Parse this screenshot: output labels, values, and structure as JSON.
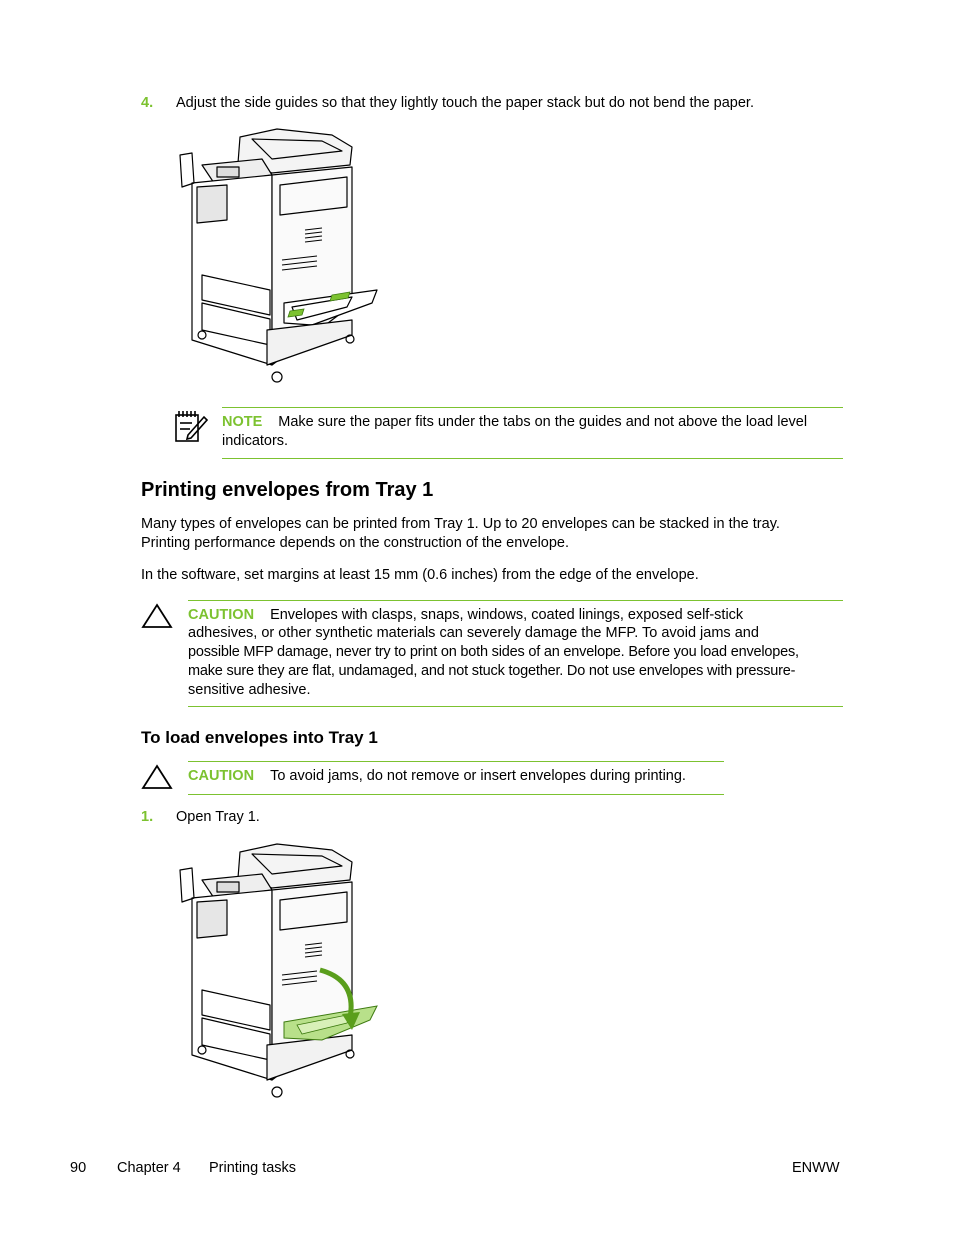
{
  "step4": {
    "number": "4.",
    "text": "Adjust the side guides so that they lightly touch the paper stack but do not bend the paper."
  },
  "note": {
    "label": "NOTE",
    "text_line1": "Make sure the paper fits under the tabs on the guides and not above the load level",
    "text_line2": "indicators."
  },
  "section": {
    "heading": "Printing envelopes from Tray 1",
    "para1_line1": "Many types of envelopes can be printed from Tray 1. Up to 20 envelopes can be stacked in the tray.",
    "para1_line2": "Printing performance depends on the construction of the envelope.",
    "para2": "In the software, set margins at least 15 mm (0.6 inches) from the edge of the envelope."
  },
  "caution1": {
    "label": "CAUTION",
    "line1": "Envelopes with clasps, snaps, windows, coated linings, exposed self-stick",
    "line2": "adhesives, or other synthetic materials can severely damage the MFP. To avoid jams and",
    "line3": "possible MFP damage, never try to print on both sides of an envelope. Before you load envelopes,",
    "line4": "make sure they are flat, undamaged, and not stuck together. Do not use envelopes with pressure-",
    "line5": "sensitive adhesive."
  },
  "subsection": {
    "heading": "To load envelopes into Tray 1"
  },
  "caution2": {
    "label": "CAUTION",
    "text": "To avoid jams, do not remove or insert envelopes during printing."
  },
  "step1": {
    "number": "1.",
    "text": "Open Tray 1."
  },
  "footer": {
    "page": "90",
    "chapter": "Chapter 4",
    "title": "Printing tasks",
    "right": "ENWW"
  },
  "icons": {
    "note": "note-pencil-icon",
    "caution": "caution-triangle-icon"
  },
  "colors": {
    "accent": "#7cc230"
  }
}
